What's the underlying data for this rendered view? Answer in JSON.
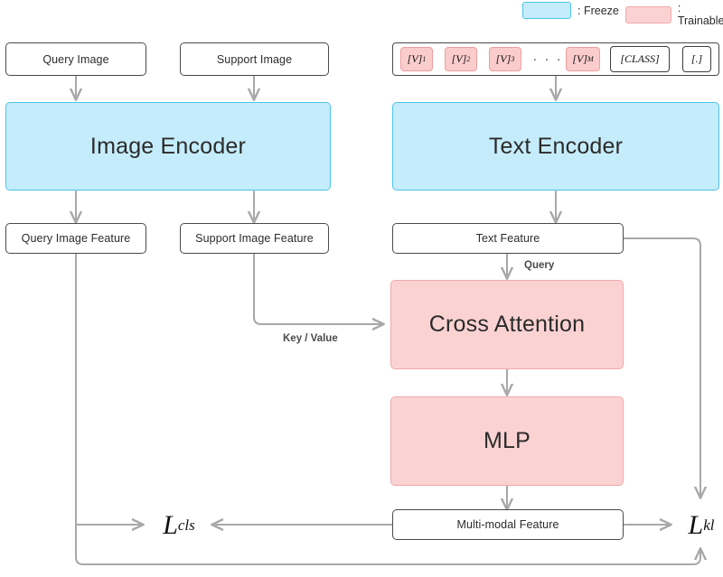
{
  "legend": {
    "freeze_label": ": Freeze",
    "trainable_label": ": Trainable",
    "freeze_color": "#c5ecfb",
    "trainable_color": "#fbd2d2"
  },
  "nodes": {
    "query_image": "Query Image",
    "support_image": "Support Image",
    "image_encoder": "Image Encoder",
    "text_encoder": "Text Encoder",
    "query_image_feature": "Query Image Feature",
    "support_image_feature": "Support Image Feature",
    "text_feature": "Text Feature",
    "cross_attention": "Cross Attention",
    "mlp": "MLP",
    "multimodal_feature": "Multi-modal Feature"
  },
  "prompt_tokens": [
    {
      "text": "[V]",
      "sub": "1",
      "style": "pink"
    },
    {
      "text": "[V]",
      "sub": "2",
      "style": "pink"
    },
    {
      "text": "[V]",
      "sub": "3",
      "style": "pink"
    },
    {
      "text": "[V]",
      "sub": "M",
      "style": "pink"
    },
    {
      "text": "[CLASS]",
      "sub": "",
      "style": "white"
    },
    {
      "text": "[.]",
      "sub": "",
      "style": "white"
    }
  ],
  "prompt_ellipsis": "· · ·",
  "edge_labels": {
    "query": "Query",
    "key_value": "Key / Value"
  },
  "losses": {
    "cls": {
      "text": "L",
      "sub": "cls"
    },
    "kl": {
      "text": "L",
      "sub": "kl"
    }
  }
}
